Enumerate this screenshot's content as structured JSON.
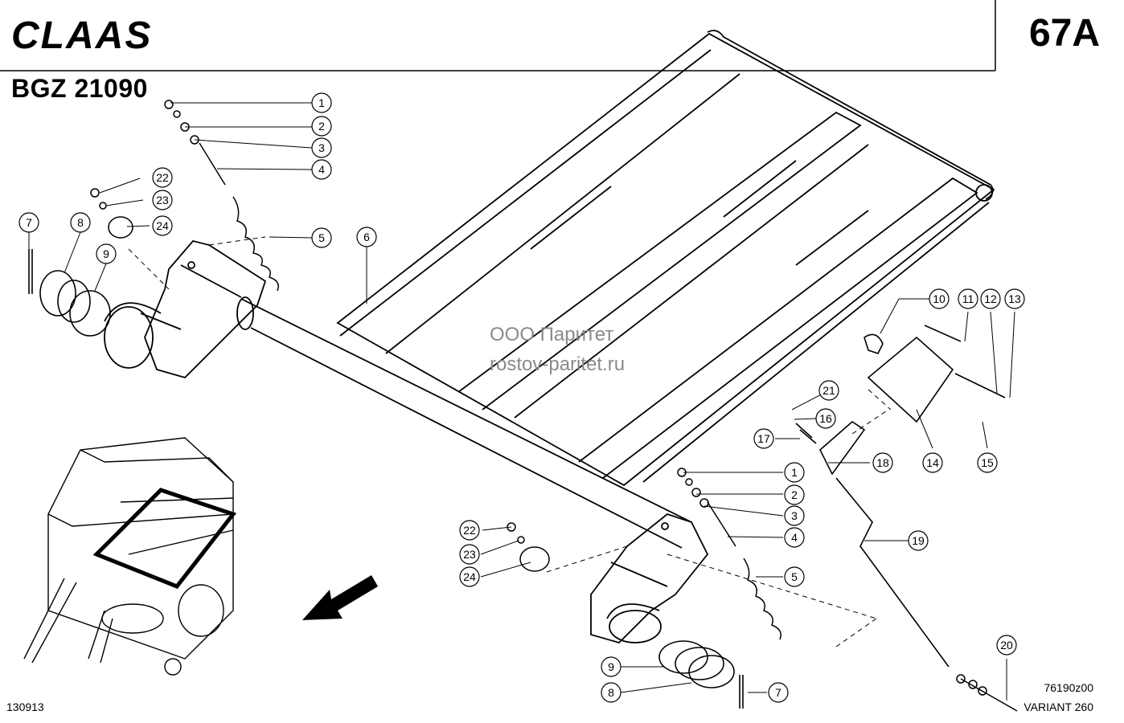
{
  "header": {
    "brand": "CLAAS",
    "page_code": "67A",
    "doc_id": "BGZ 21090"
  },
  "watermark": {
    "line1": "ООО Паритет",
    "line2": "rostov-paritet.ru"
  },
  "footer": {
    "left_code": "130913",
    "drawing_code": "76190z00",
    "variant": "VARIANT 260"
  },
  "callouts": [
    "1",
    "2",
    "3",
    "4",
    "5",
    "6",
    "7",
    "8",
    "9",
    "10",
    "11",
    "12",
    "13",
    "14",
    "15",
    "16",
    "17",
    "18",
    "19",
    "20",
    "21",
    "22",
    "23",
    "24"
  ]
}
